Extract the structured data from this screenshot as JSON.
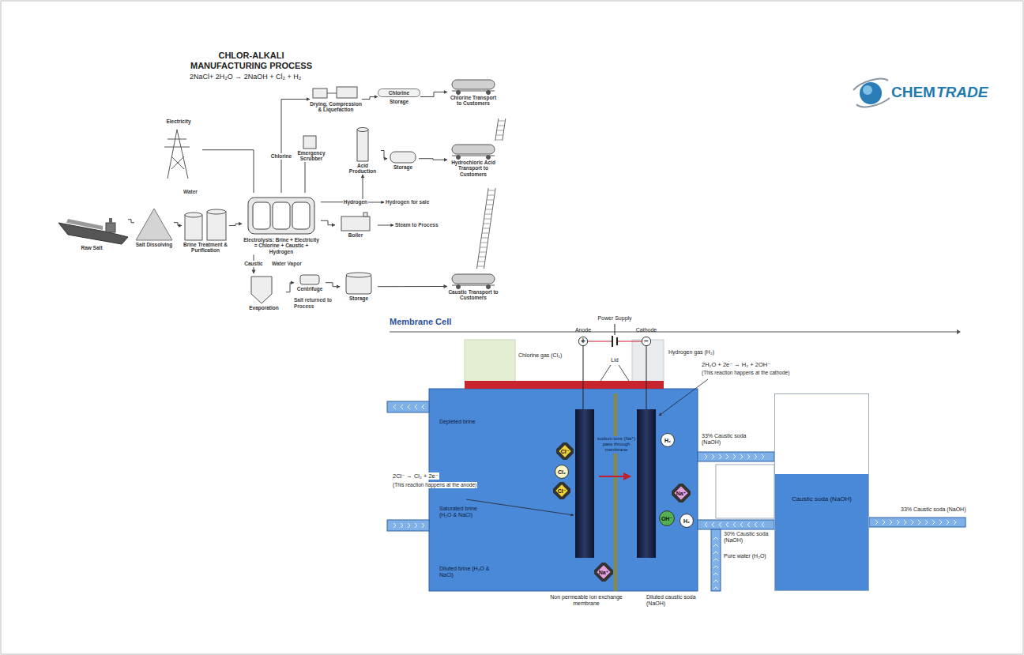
{
  "diagram": {
    "title": "CHLOR-ALKALI MANUFACTURING PROCESS",
    "nodes": [
      {
        "text": [
          "Raw Salt"
        ]
      },
      {
        "text": [
          "Salt Dissolving"
        ]
      },
      {
        "text": [
          "Brine Treatment & Purification"
        ]
      },
      {
        "text": [
          "Electricity"
        ]
      },
      {
        "text": [
          "Electrolysis: Brine + Electricity = Chlorine + Caustic + Hydrogen"
        ]
      },
      {
        "text": [
          "Drying, Compression & Liquefaction"
        ]
      },
      {
        "text": [
          "Chlorine",
          "Storage"
        ]
      },
      {
        "text": [
          "Chlorine Transport to Customers"
        ]
      },
      {
        "text": [
          "Emergency Scrubber"
        ]
      },
      {
        "text": [
          "Acid Production"
        ]
      },
      {
        "text": [
          "Storage"
        ]
      },
      {
        "text": [
          "Hydrochloric Acid Transport to Customers"
        ]
      },
      {
        "text": [
          "Boiler"
        ]
      },
      {
        "text": [
          "Evaporation"
        ]
      },
      {
        "text": [
          "Centrifuge"
        ]
      },
      {
        "text": [
          "Storage"
        ]
      },
      {
        "text": [
          "Caustic Transport to Customers"
        ]
      },
      {
        "text": [
          "Caustic soda (NaOH)"
        ]
      },
      {
        "text": [
          "Cl⁻"
        ]
      },
      {
        "text": [
          "Cl₂"
        ]
      },
      {
        "text": [
          "Cl⁻"
        ]
      },
      {
        "text": [
          "Na⁺"
        ]
      },
      {
        "text": [
          "H₂"
        ]
      },
      {
        "text": [
          "Na⁺"
        ]
      },
      {
        "text": [
          "OH⁻"
        ]
      },
      {
        "text": [
          "H₂"
        ]
      },
      {
        "text": [
          "+"
        ]
      },
      {
        "text": [
          "−"
        ]
      }
    ],
    "edges": [
      {
        "from": 0,
        "to": 1,
        "arrow": "none"
      },
      {
        "from": 1,
        "to": 2,
        "arrow": "to"
      },
      {
        "from": 2,
        "to": 4,
        "arrow": "to"
      },
      {
        "from": 3,
        "to": 4,
        "arrow": "none"
      },
      {
        "from": 4,
        "to": 5,
        "label": "Chlorine",
        "arrow": "to"
      },
      {
        "from": 5,
        "to": 6,
        "arrow": "to"
      },
      {
        "from": 6,
        "to": 7,
        "arrow": "to"
      },
      {
        "from": 4,
        "to": 8,
        "arrow": "none"
      },
      {
        "from": 4,
        "to": 9,
        "label": "Hydrogen",
        "arrow": "to"
      },
      {
        "from": 9,
        "to": 10,
        "arrow": "to"
      },
      {
        "from": 10,
        "to": 11,
        "arrow": "to"
      },
      {
        "from": 4,
        "to": 12,
        "arrow": "to"
      },
      {
        "from": 4,
        "to": 13,
        "label": "Caustic",
        "arrow": "to"
      },
      {
        "from": 13,
        "to": 14,
        "arrow": "to"
      },
      {
        "from": 14,
        "to": 15,
        "arrow": "to"
      },
      {
        "from": 15,
        "to": 16,
        "arrow": "to"
      }
    ],
    "labels": [
      "2NaCl+ 2H₂O → 2NaOH + Cl₂ + H₂",
      "CHEM",
      "TRADE",
      "Water",
      "Hydrogen for sale",
      "Steam to Process",
      "Water Vapor",
      "Salt returned to Process",
      "Membrane Cell",
      "Power Supply",
      "Anode",
      "Cathode",
      "Lid",
      "Chlorine gas (Cl₂)",
      "Hydrogen gas (H₂)",
      "2H₂O + 2e⁻ → H₂ + 2OH⁻",
      "(This reaction happens at the cathode)",
      "sodium ions (Na⁺) pass through membrane",
      "Depleted brine",
      "2Cl⁻ → Cl₂ + 2e⁻",
      "(This reaction happens at the anode)",
      "Saturated brine (H₂O & NaCl)",
      "Diluted brine (H₂O & NaCl)",
      "Non permeable ion exchange membrane",
      "Diluted caustic soda (NaOH)",
      "33% Caustic soda (NaOH)",
      "30% Caustic soda (NaOH)",
      "Pure water (H₂O)",
      "33% Caustic soda (NaOH)"
    ]
  }
}
